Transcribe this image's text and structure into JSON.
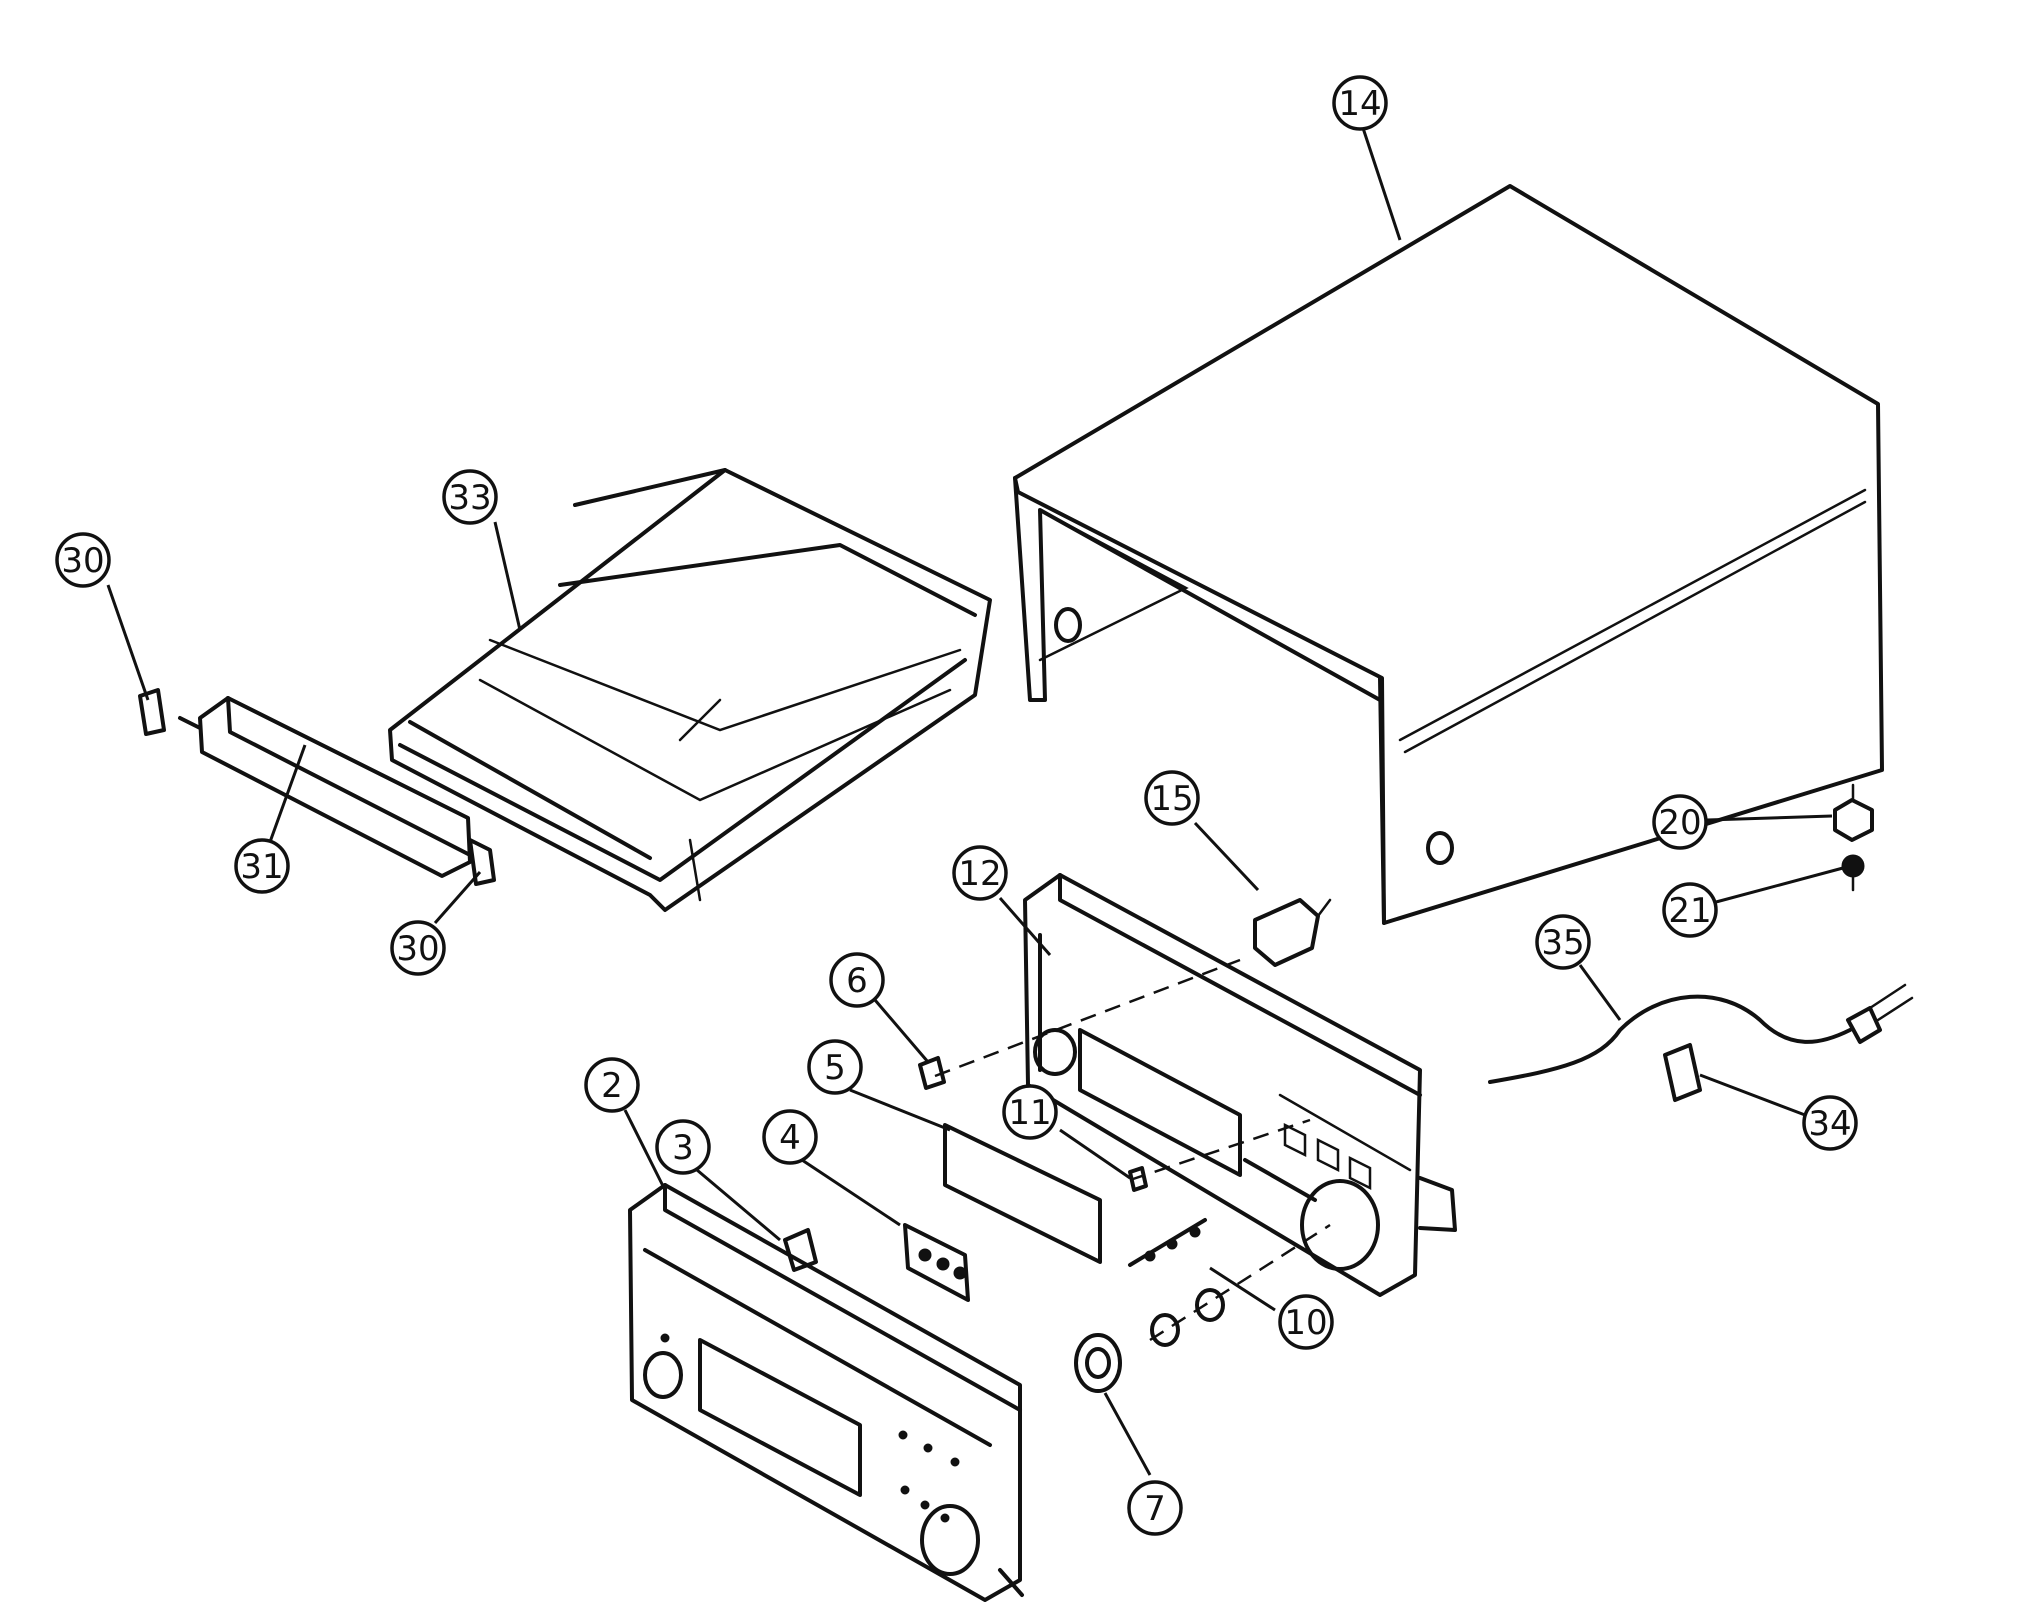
{
  "callouts": {
    "p14": "14",
    "p33": "33",
    "p30a": "30",
    "p31": "31",
    "p30b": "30",
    "p12": "12",
    "p15": "15",
    "p20": "20",
    "p21": "21",
    "p35": "35",
    "p34": "34",
    "p6": "6",
    "p5": "5",
    "p4": "4",
    "p3": "3",
    "p2": "2",
    "p11": "11",
    "p10": "10",
    "p7": "7"
  }
}
